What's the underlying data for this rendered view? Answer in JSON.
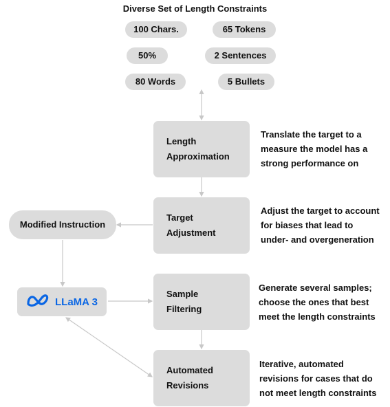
{
  "title": "Diverse Set of Length Constraints",
  "constraints": [
    "100 Chars.",
    "65 Tokens",
    "50%",
    "2 Sentences",
    "80 Words",
    "5 Bullets"
  ],
  "steps": [
    {
      "label": "Length\nApproximation",
      "description": "Translate the target to a\nmeasure  the model has a\nstrong performance on"
    },
    {
      "label": "Target\nAdjustment",
      "description": "Adjust the target to account\nfor biases that lead to\nunder- and overgeneration"
    },
    {
      "label": "Sample\nFiltering",
      "description": "Generate several samples;\nchoose the ones that best\nmeet the length constraints"
    },
    {
      "label": "Automated\nRevisions",
      "description": "Iterative, automated\nrevisions for cases that do\nnot meet length constraints"
    }
  ],
  "modified_instruction": "Modified Instruction",
  "model": {
    "label": "LLaMA 3",
    "icon": "meta-logo-icon",
    "color": "#0a66e4"
  },
  "colors": {
    "node_fill": "#dcdcdc",
    "connector": "#c8c8c8"
  }
}
